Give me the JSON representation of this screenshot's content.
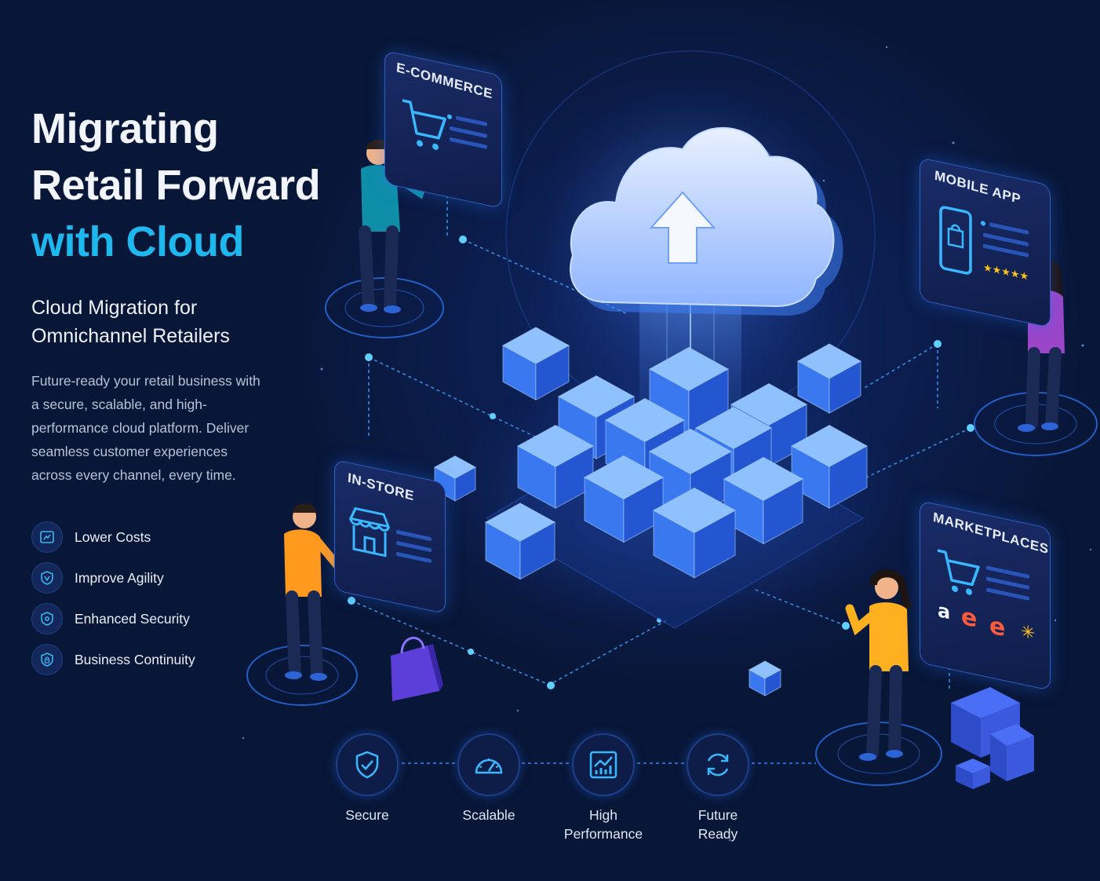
{
  "hero": {
    "title_line1": "Migrating",
    "title_line2": "Retail Forward",
    "title_line3": "with Cloud",
    "subtitle_line1": "Cloud Migration for",
    "subtitle_line2": "Omnichannel Retailers",
    "description": "Future-ready your retail business with a secure, scalable, and high-performance cloud platform. Deliver seamless customer experiences across every channel, every time."
  },
  "benefits": [
    {
      "label": "Lower Costs",
      "icon": "cost-icon"
    },
    {
      "label": "Improve Agility",
      "icon": "agility-icon"
    },
    {
      "label": "Enhanced Security",
      "icon": "security-icon"
    },
    {
      "label": "Business Continuity",
      "icon": "continuity-icon"
    }
  ],
  "channels": {
    "ecommerce": "E-COMMERCE",
    "mobile_app": "MOBILE APP",
    "in_store": "IN-STORE",
    "marketplaces": "MARKETPLACES"
  },
  "marketplace_logos": [
    "a",
    "e",
    "e"
  ],
  "features": [
    {
      "label_line1": "Secure",
      "label_line2": "",
      "icon": "shield-check-icon"
    },
    {
      "label_line1": "Scalable",
      "label_line2": "",
      "icon": "speedometer-icon"
    },
    {
      "label_line1": "High",
      "label_line2": "Performance",
      "icon": "chart-up-icon"
    },
    {
      "label_line1": "Future",
      "label_line2": "Ready",
      "icon": "refresh-icon"
    }
  ],
  "colors": {
    "background": "#081433",
    "accent": "#1fb8ee",
    "glow": "#3c8cff",
    "cube": "#3a78f0"
  }
}
